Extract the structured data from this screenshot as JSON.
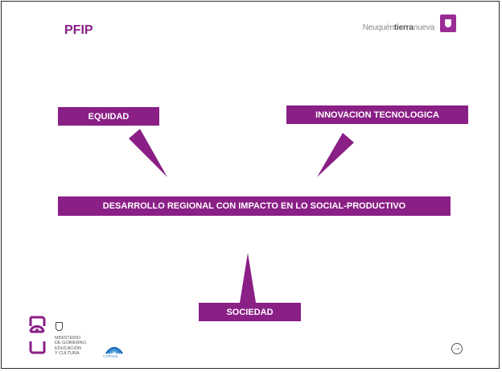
{
  "header": {
    "title": "PFIP",
    "brand_prefix": "Neuquén",
    "brand_bold": "tierra",
    "brand_suffix": "nueva"
  },
  "boxes": {
    "equidad": "EQUIDAD",
    "innovacion": "INNOVACION TECNOLOGICA",
    "desarrollo": "DESARROLLO REGIONAL CON IMPACTO EN LO SOCIAL-PRODUCTIVO",
    "sociedad": "SOCIEDAD"
  },
  "footer": {
    "ministerio_lines": [
      "MINISTERIO",
      "DE GOBIERNO,",
      "EDUCACIÓN",
      "Y CULTURA"
    ],
    "copade": "COPADE",
    "nav_icon": "arrow-right-circle-icon"
  },
  "colors": {
    "accent": "#8a1f86",
    "text_on_accent": "#ffffff"
  }
}
